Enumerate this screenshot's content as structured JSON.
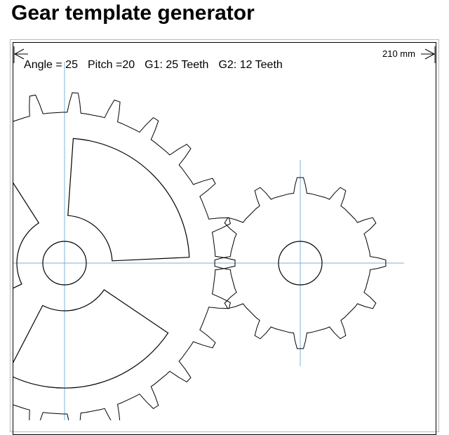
{
  "page": {
    "title": "Gear template generator"
  },
  "info": {
    "angle": "Angle = 25",
    "pitch": "Pitch =20",
    "gear1": "G1: 25 Teeth",
    "gear2": "G2: 12 Teeth",
    "width": "210 mm"
  },
  "gears": [
    {
      "name": "gear-1",
      "teeth": 25,
      "spokes": 3
    },
    {
      "name": "gear-2",
      "teeth": 12,
      "spokes": 0
    }
  ],
  "colors": {
    "line": "#000000",
    "axis": "#7fb3d5"
  }
}
